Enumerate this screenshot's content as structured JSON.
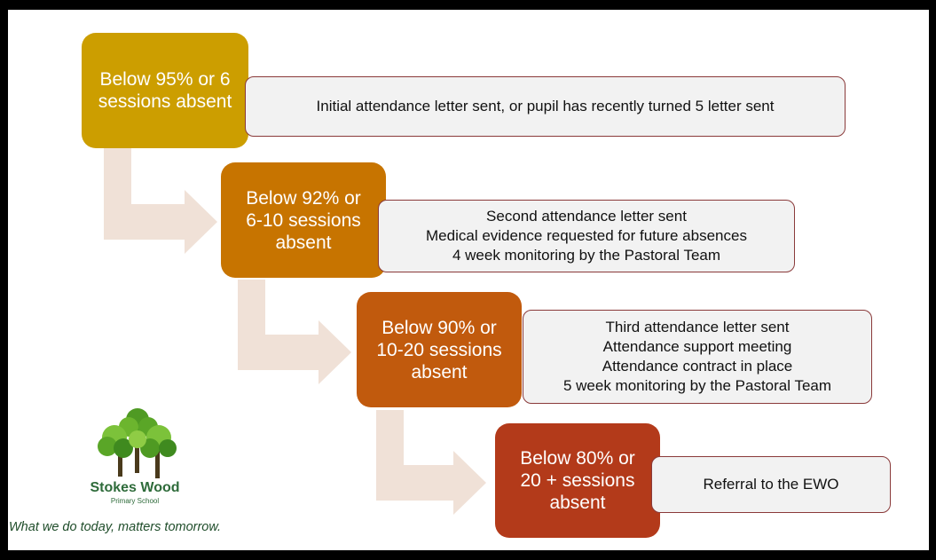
{
  "colors": {
    "level_1": "#cc9e00",
    "level_2": "#c77400",
    "level_3": "#c15a0d",
    "level_4": "#b33a1a",
    "arrow": "#f0e1d7",
    "action_fill": "#f2f2f2",
    "action_border": "#8a3a3a"
  },
  "steps": [
    {
      "threshold": [
        "Below 95% or 6",
        "sessions absent"
      ],
      "actions": [
        "Initial attendance letter sent, or pupil has recently turned 5 letter sent"
      ]
    },
    {
      "threshold": [
        "Below 92% or",
        "6-10 sessions",
        "absent"
      ],
      "actions": [
        "Second attendance letter sent",
        "Medical evidence requested for future absences",
        "4 week monitoring by the Pastoral Team"
      ]
    },
    {
      "threshold": [
        "Below 90% or",
        "10-20 sessions",
        "absent"
      ],
      "actions": [
        "Third attendance letter sent",
        "Attendance support meeting",
        "Attendance contract in place",
        "5 week monitoring by the Pastoral Team"
      ]
    },
    {
      "threshold": [
        "Below 80% or",
        "20 + sessions",
        "absent"
      ],
      "actions": [
        "Referral to the EWO"
      ]
    }
  ],
  "logo": {
    "icon": "trees-logo-icon",
    "name": "Stokes Wood",
    "subtitle": "Primary School"
  },
  "tagline": "What we do today, matters tomorrow."
}
